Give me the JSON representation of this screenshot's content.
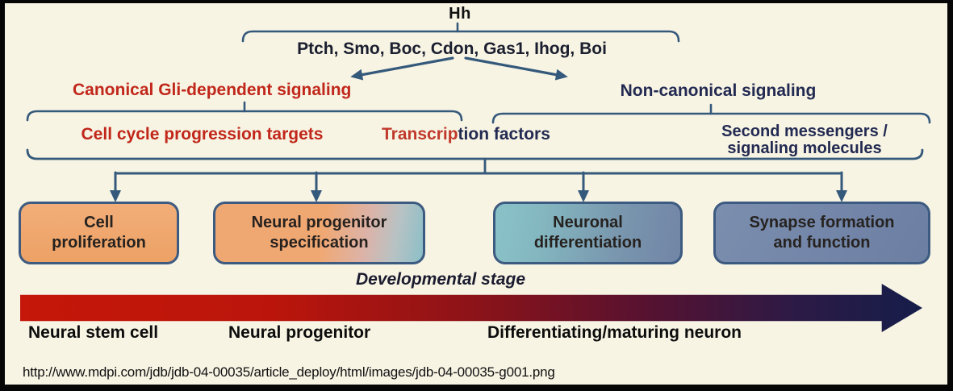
{
  "figure": {
    "background_color": "#f7f4e4",
    "frame_color": "#060606",
    "line_color": "#35597b"
  },
  "pathway": {
    "root": "Hh",
    "receptors": "Ptch, Smo, Boc, Cdon, Gas1, Ihog, Boi",
    "canonical_label": "Canonical Gli-dependent signaling",
    "noncanonical_label": "Non-canonical signaling",
    "cell_cycle_label": "Cell cycle progression targets",
    "transcription_factors": {
      "part_red": "Transcrip",
      "part_navy": "tion factors"
    },
    "second_messengers_line1": "Second messengers /",
    "second_messengers_line2": "signaling molecules"
  },
  "outcomes": [
    {
      "line1": "Cell",
      "line2": "proliferation"
    },
    {
      "line1": "Neural progenitor",
      "line2": "specification"
    },
    {
      "line1": "Neuronal",
      "line2": "differentiation"
    },
    {
      "line1": "Synapse formation",
      "line2": "and function"
    }
  ],
  "timeline": {
    "title": "Developmental stage",
    "stages": [
      "Neural stem cell",
      "Neural progenitor",
      "Differentiating/maturing neuron"
    ]
  },
  "source_url": "http://www.mdpi.com/jdb/jdb-04-00035/article_deploy/html/images/jdb-04-00035-g001.png",
  "colors": {
    "red_text": "#c1271a",
    "navy_text": "#232a52",
    "connector": "#35597b",
    "box_orange": "#f0a873",
    "box_teal": "#8ac2c8",
    "box_slate": "#7285a8",
    "arrow_gradient_start": "#c5170a",
    "arrow_gradient_end": "#161d4a"
  }
}
